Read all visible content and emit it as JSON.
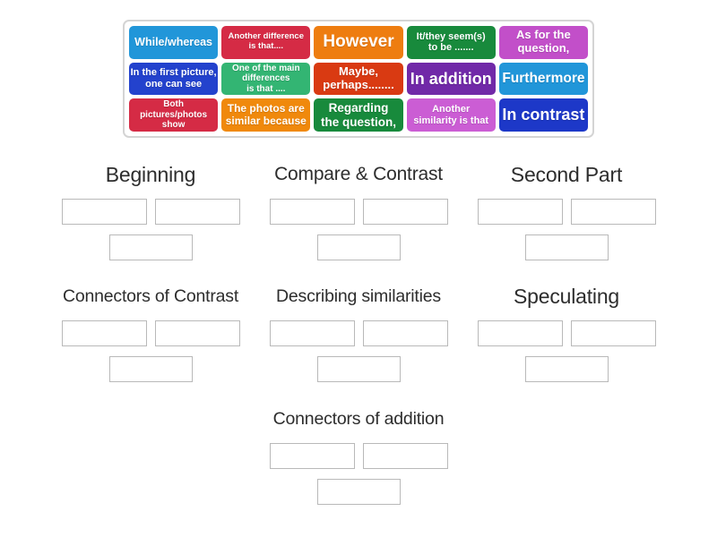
{
  "tray": {
    "tiles": [
      {
        "label": "While/whereas",
        "color": "#2196D9"
      },
      {
        "label": "Another difference\nis that....",
        "color": "#D52B45"
      },
      {
        "label": "However",
        "color": "#EE7D10"
      },
      {
        "label": "It/they seem(s)\nto be .......",
        "color": "#188A3C"
      },
      {
        "label": "As for the\nquestion,",
        "color": "#C24FC9"
      },
      {
        "label": "In the first picture,\none can see",
        "color": "#2342CD"
      },
      {
        "label": "One of the main\ndifferences\nis that ....",
        "color": "#33B573"
      },
      {
        "label": "Maybe,\nperhaps........",
        "color": "#D93A12"
      },
      {
        "label": "In addition",
        "color": "#7129A8"
      },
      {
        "label": "Furthermore",
        "color": "#2196D9"
      },
      {
        "label": "Both\npictures/photos\nshow",
        "color": "#D52B45"
      },
      {
        "label": "The photos are\nsimilar because",
        "color": "#F0890C"
      },
      {
        "label": "Regarding\nthe question,",
        "color": "#188A3C"
      },
      {
        "label": "Another\nsimilarity is that",
        "color": "#CB5DD4"
      },
      {
        "label": "In contrast",
        "color": "#1D38C8"
      }
    ]
  },
  "groups": [
    {
      "title": "Beginning",
      "empty_slots": 3
    },
    {
      "title": "Compare & Contrast",
      "empty_slots": 3
    },
    {
      "title": "Second Part",
      "empty_slots": 3
    },
    {
      "title": "Connectors of Contrast",
      "empty_slots": 3
    },
    {
      "title": "Describing similarities",
      "empty_slots": 3
    },
    {
      "title": "Speculating",
      "empty_slots": 3
    },
    {
      "title": "Connectors of addition",
      "empty_slots": 3
    }
  ]
}
